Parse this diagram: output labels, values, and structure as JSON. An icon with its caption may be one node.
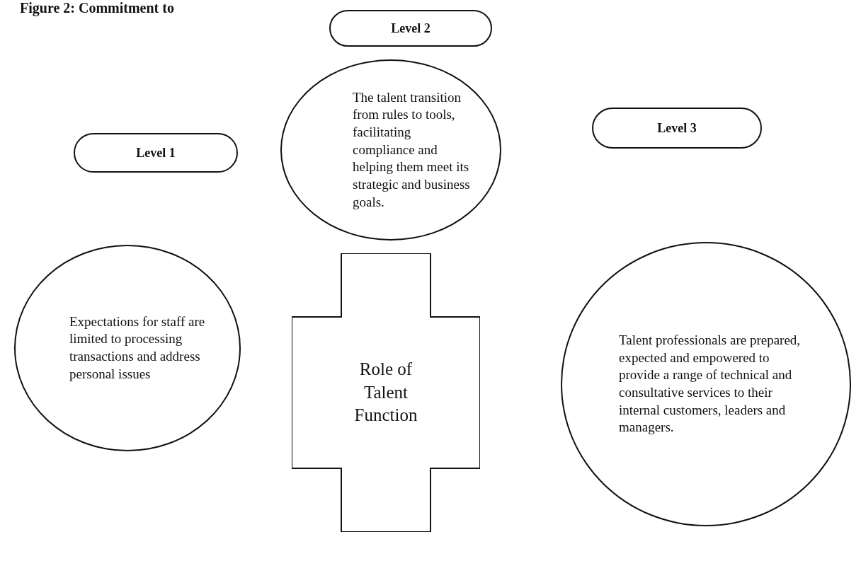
{
  "diagram": {
    "title": "Figure 2: Commitment to",
    "nodes": [
      {
        "text": [
          "Level 2"
        ]
      },
      {
        "text": [
          "The talent transition from rules to tools, facilitating compliance and helping them meet its strategic and business goals."
        ]
      },
      {
        "text": [
          "Level 3"
        ]
      },
      {
        "text": [
          "Level 1"
        ]
      },
      {
        "text": [
          "Expectations for staff are limited to processing transactions and address personal issues"
        ]
      },
      {
        "text": [
          "Role of Talent Function"
        ]
      },
      {
        "text": [
          "Talent professionals are prepared, expected and empowered to provide a range of technical and consultative services to their internal customers, leaders and managers."
        ]
      }
    ],
    "edges": []
  }
}
